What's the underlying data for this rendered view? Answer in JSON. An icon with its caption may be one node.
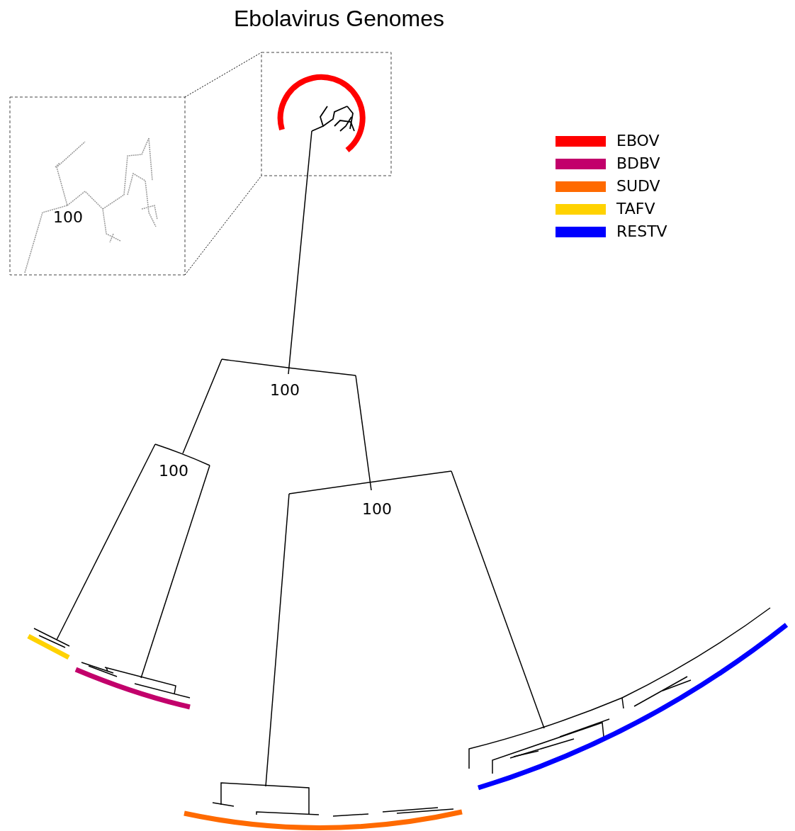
{
  "diagram": {
    "title": "Ebolavirus Genomes",
    "labels": [
      "100",
      "100",
      "100",
      "100"
    ],
    "legend": [
      {
        "text": "EBOV",
        "color": "#ff0000"
      },
      {
        "text": "BDBV",
        "color": "#c2006b"
      },
      {
        "text": "SUDV",
        "color": "#ff6a00"
      },
      {
        "text": "TAFV",
        "color": "#ffd200"
      },
      {
        "text": "RESTV",
        "color": "#0000ff"
      }
    ]
  }
}
